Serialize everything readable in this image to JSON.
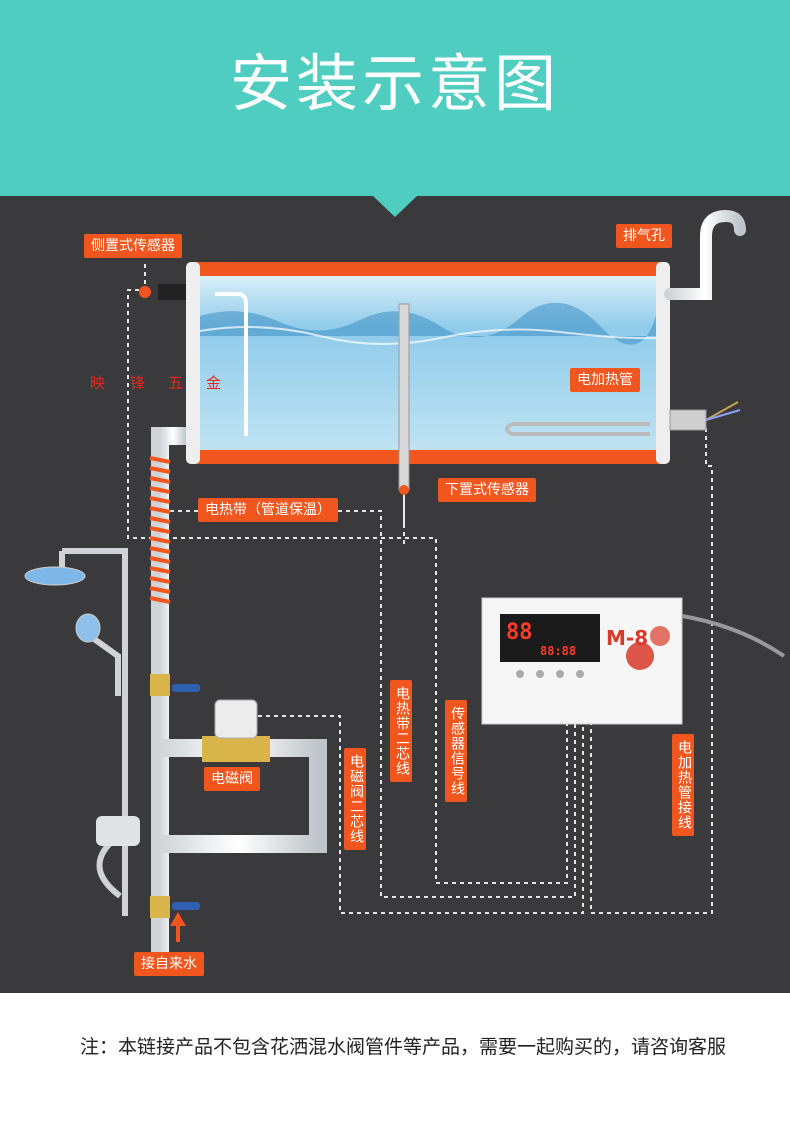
{
  "header": {
    "title": "安装示意图"
  },
  "labels": {
    "side_sensor": "侧置式传感器",
    "vent": "排气孔",
    "electric_heater": "电加热管",
    "bottom_sensor": "下置式传感器",
    "heat_tape": "电热带（管道保温）",
    "solenoid_valve": "电磁阀",
    "tap_water": "接自来水",
    "heat_tape_wire": "电热带二芯线",
    "sensor_signal_wire": "传感器信号线",
    "solenoid_wire": "电磁阀二芯线",
    "heater_wire": "电加热管接线"
  },
  "watermark": [
    "映",
    "锋",
    "五",
    "金"
  ],
  "controller": {
    "model": "M-8",
    "display_digits": "88",
    "display_time": "88:88"
  },
  "colors": {
    "accent": "#f0561e",
    "header": "#4ecdc0",
    "background": "#3a3a3d"
  },
  "footer": {
    "note": "注：本链接产品不包含花洒混水阀管件等产品，需要一起购买的，请咨询客服"
  }
}
